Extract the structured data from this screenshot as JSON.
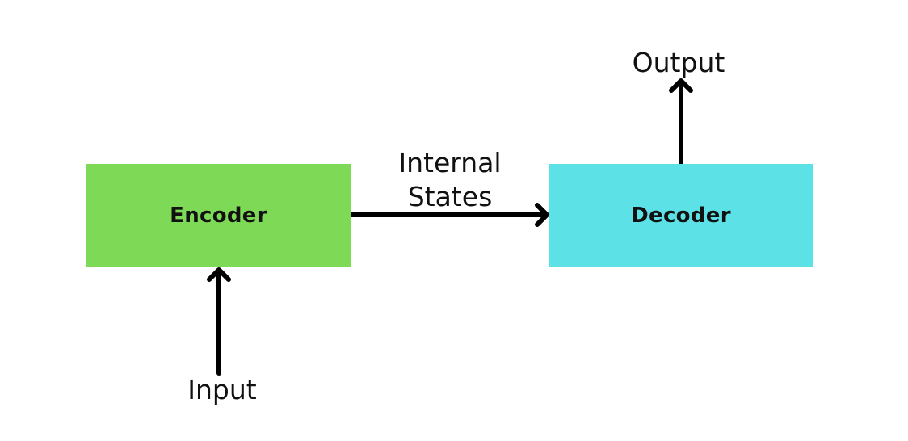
{
  "encoder": {
    "label": "Encoder",
    "color": "#7ed957"
  },
  "decoder": {
    "label": "Decoder",
    "color": "#5ce1e6"
  },
  "input": {
    "label": "Input"
  },
  "output": {
    "label": "Output"
  },
  "internal_states": {
    "line1": "Internal",
    "line2": "States"
  },
  "arrow_color": "#000000"
}
